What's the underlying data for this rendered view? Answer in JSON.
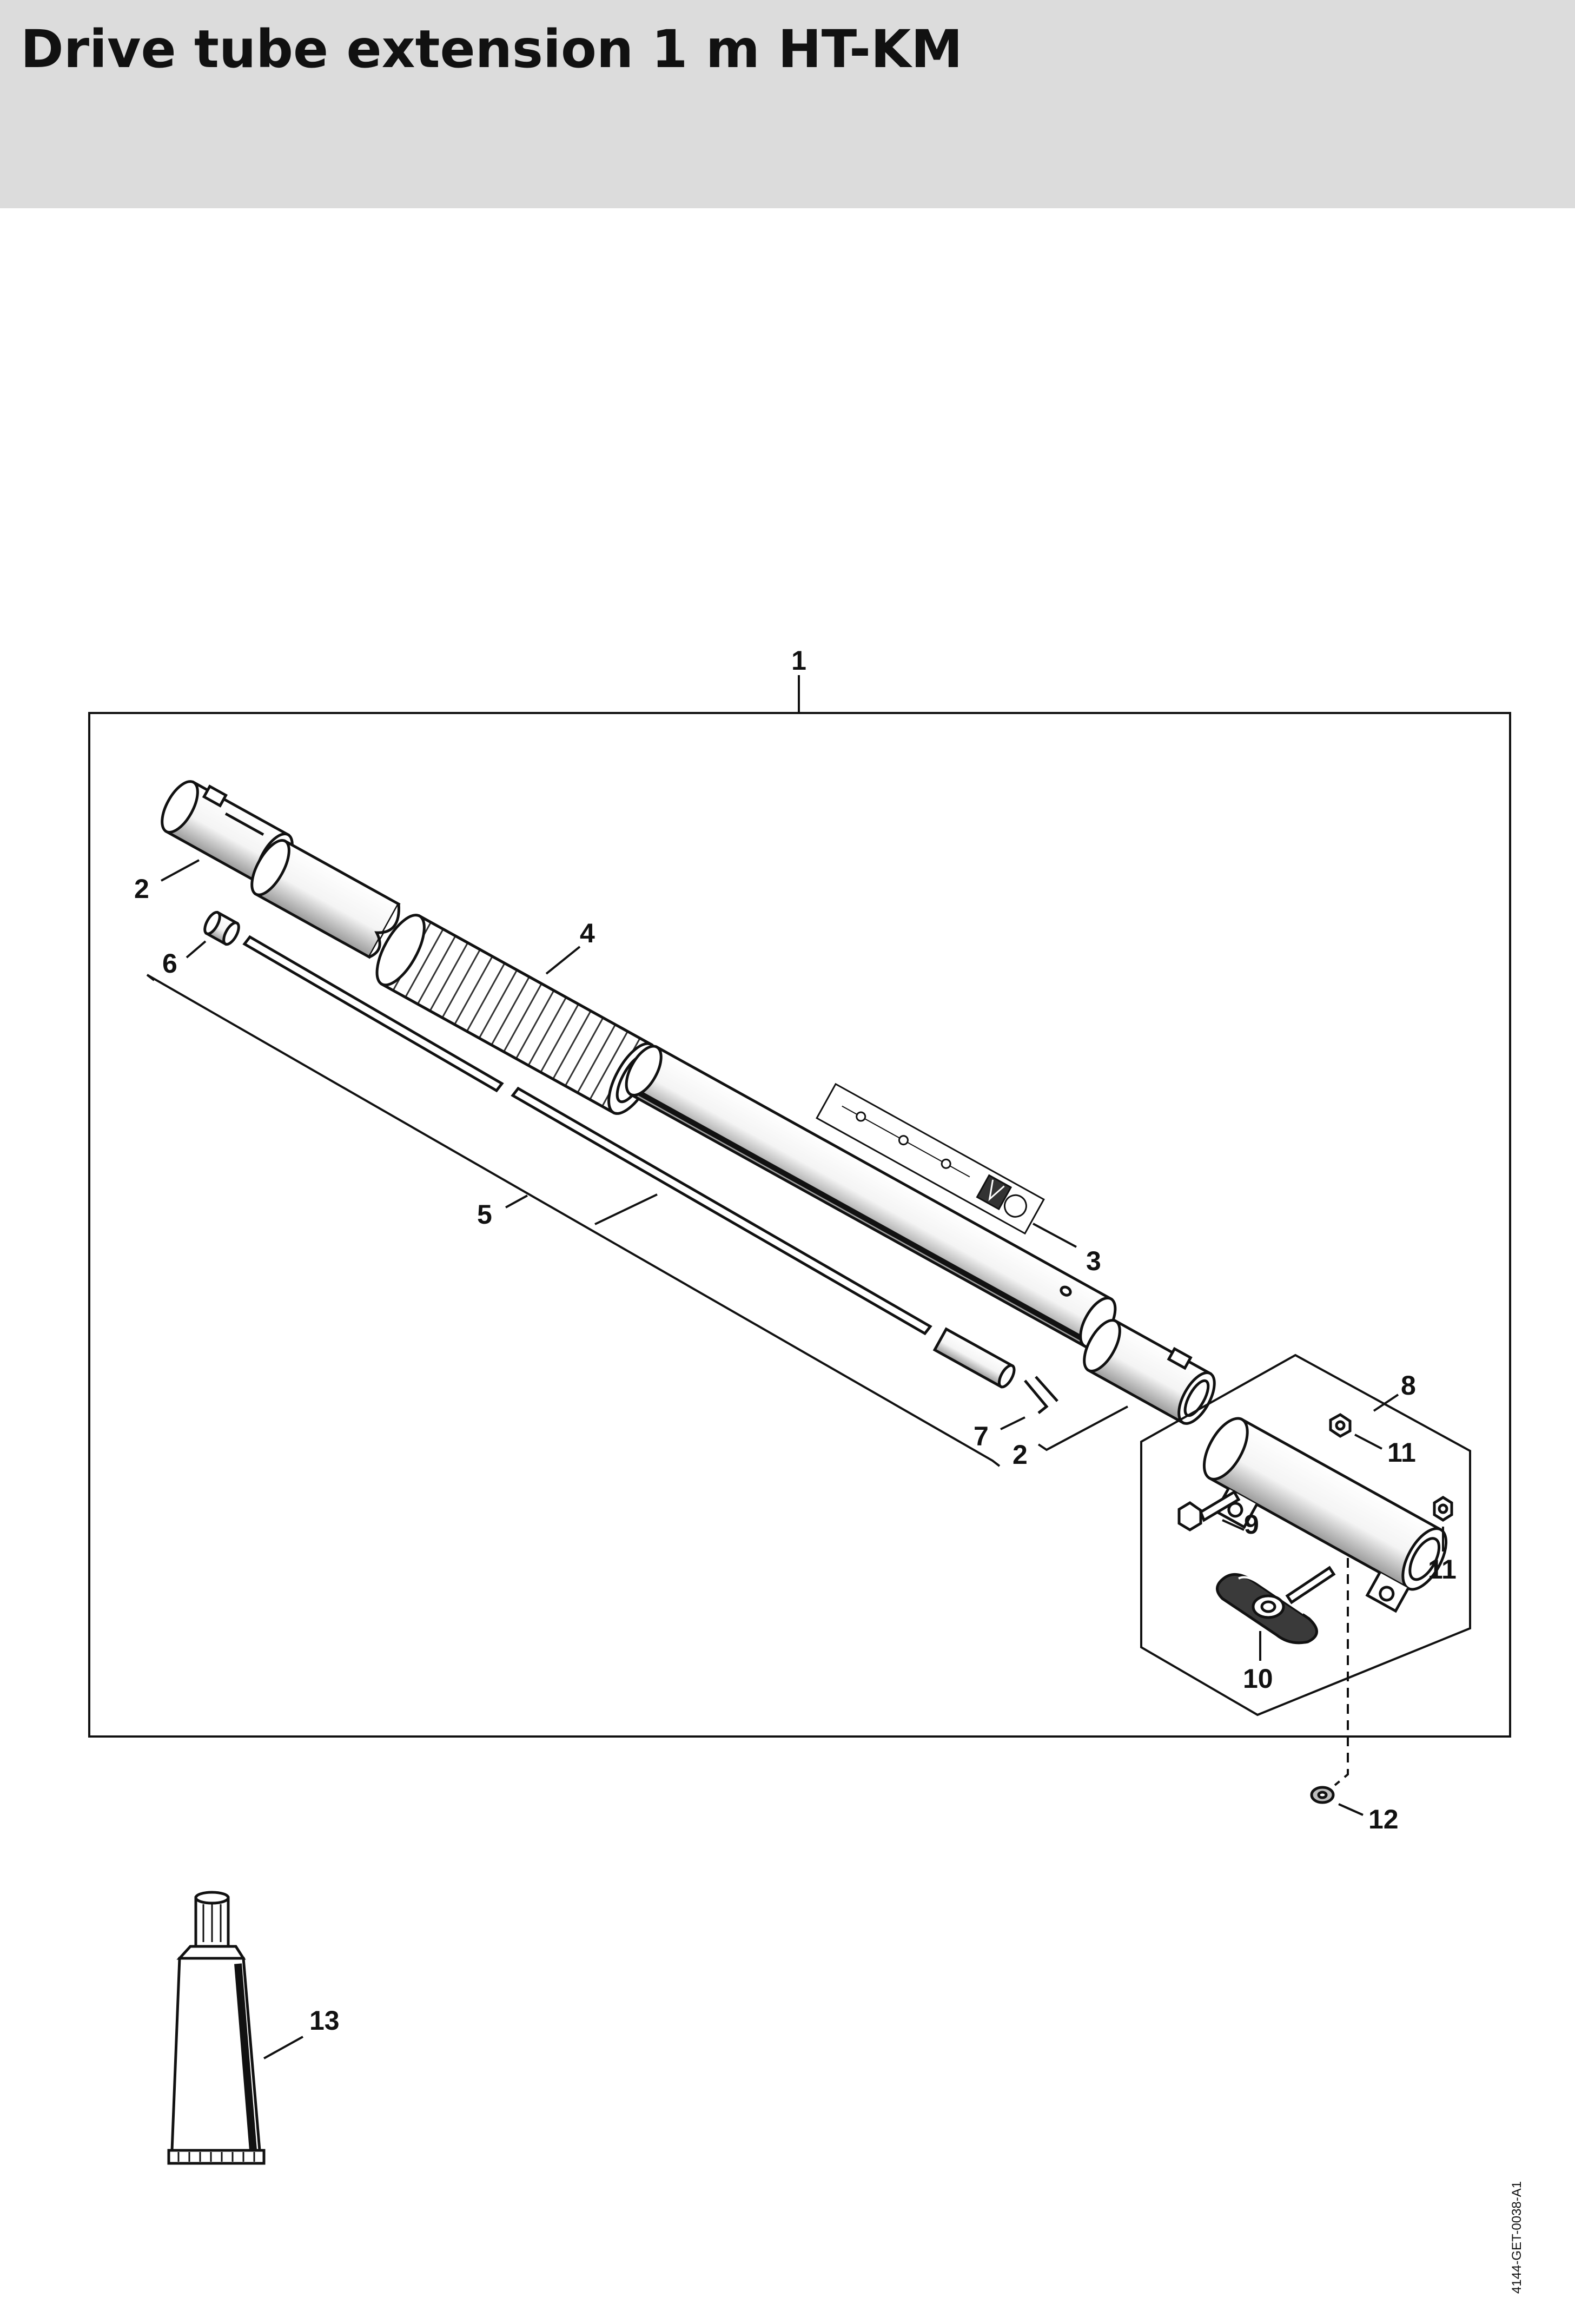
{
  "header": {
    "title": "Drive tube extension 1 m HT-KM",
    "band_color": "#dcdcdc"
  },
  "diagram": {
    "callouts": {
      "c1": "1",
      "c2a": "2",
      "c2b": "2",
      "c3": "3",
      "c4": "4",
      "c5": "5",
      "c6": "6",
      "c7": "7",
      "c8": "8",
      "c9": "9",
      "c10": "10",
      "c11a": "11",
      "c11b": "11",
      "c12": "12",
      "c13": "13"
    },
    "drawing_code": "4144-GET-0038-A1"
  },
  "parts": {
    "part_2_top": "tube-end-fitting",
    "part_2_bottom": "tube-end-fitting",
    "part_3": "warning-label",
    "part_4": "grip-hose",
    "part_5": "drive-shaft",
    "part_6": "bushing",
    "part_7": "circlip",
    "part_8": "clamp-housing",
    "part_9": "screw",
    "part_10": "wing-screw",
    "part_11": "nut",
    "part_12": "washer",
    "part_13": "grease-tube"
  }
}
